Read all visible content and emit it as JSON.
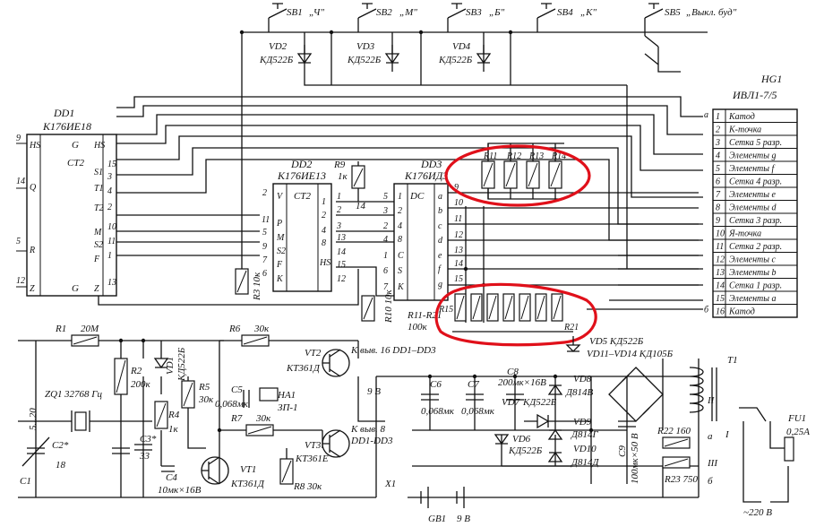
{
  "dd1": {
    "ref": "DD1",
    "type": "К176ИЕ18",
    "core": "CT2",
    "pins_left": [
      "HS",
      "Q",
      "R",
      "Z"
    ],
    "pins_right": [
      "HS",
      "S1",
      "T1",
      "T2",
      "M",
      "S2",
      "F",
      "Z"
    ],
    "pin_top": "G",
    "pin_bottom": "G",
    "pin_nums_left": [
      "9",
      "14",
      "5",
      "12"
    ],
    "pin_nums_right": [
      "15",
      "3",
      "4",
      "2",
      "10",
      "11",
      "1",
      "13"
    ]
  },
  "dd2": {
    "ref": "DD2",
    "type": "К176ИЕ13",
    "core": "CT2",
    "pins_left": [
      "V",
      "P",
      "M",
      "S2",
      "F",
      "K"
    ],
    "pins_right": [
      "1",
      "2",
      "4",
      "8",
      "HS"
    ],
    "pin_nums_left": [
      "2",
      "11",
      "5",
      "9",
      "7",
      "6"
    ],
    "pin_nums_right": [
      "1",
      "2",
      "3",
      "13",
      "14",
      "15",
      "12"
    ]
  },
  "dd3": {
    "ref": "DD3",
    "type": "К176ИД3",
    "core": "DC",
    "pins_left": [
      "1",
      "2",
      "4",
      "8",
      "C",
      "S",
      "K"
    ],
    "pins_right": [
      "a",
      "b",
      "c",
      "d",
      "e",
      "f",
      "g"
    ],
    "pin_nums_left": [
      "5",
      "3",
      "2",
      "4",
      "1",
      "6",
      "7"
    ],
    "pin_nums_right": [
      "9",
      "10",
      "11",
      "12",
      "13",
      "14",
      "15"
    ]
  },
  "hg1": {
    "ref": "HG1",
    "type": "ИВЛ1-7/5",
    "rows": [
      {
        "pin": "1",
        "name": "Катод",
        "tag": "а"
      },
      {
        "pin": "2",
        "name": "К-точка",
        "tag": ""
      },
      {
        "pin": "3",
        "name": "Сетка 5 разр.",
        "tag": ""
      },
      {
        "pin": "4",
        "name": "Элементы g",
        "tag": ""
      },
      {
        "pin": "5",
        "name": "Элементы f",
        "tag": ""
      },
      {
        "pin": "6",
        "name": "Сетка 4 разр.",
        "tag": ""
      },
      {
        "pin": "7",
        "name": "Элементы e",
        "tag": ""
      },
      {
        "pin": "8",
        "name": "Элементы d",
        "tag": ""
      },
      {
        "pin": "9",
        "name": "Сетка 3 разр.",
        "tag": ""
      },
      {
        "pin": "10",
        "name": "Я-точка",
        "tag": ""
      },
      {
        "pin": "11",
        "name": "Сетка 2 разр.",
        "tag": ""
      },
      {
        "pin": "12",
        "name": "Элементы c",
        "tag": ""
      },
      {
        "pin": "13",
        "name": "Элементы b",
        "tag": ""
      },
      {
        "pin": "14",
        "name": "Сетка 1 разр.",
        "tag": ""
      },
      {
        "pin": "15",
        "name": "Элементы a",
        "tag": ""
      },
      {
        "pin": "16",
        "name": "Катод",
        "tag": "б"
      }
    ]
  },
  "switches": [
    {
      "ref": "SB1",
      "label": "„Ч\""
    },
    {
      "ref": "SB2",
      "label": "„М\""
    },
    {
      "ref": "SB3",
      "label": "„Б\""
    },
    {
      "ref": "SB4",
      "label": "„К\""
    },
    {
      "ref": "SB5",
      "label": "„Выкл. буд\""
    }
  ],
  "diodes": [
    {
      "ref": "VD2",
      "type": "КД522Б"
    },
    {
      "ref": "VD3",
      "type": "КД522Б"
    },
    {
      "ref": "VD4",
      "type": "КД522Б"
    }
  ],
  "res_groups": {
    "top_labels": [
      "R11",
      "R12",
      "R13",
      "R14"
    ],
    "bottom_first": "R15",
    "bottom_last": "R21",
    "bottom_note": "R11-R21",
    "bottom_value": "100к"
  },
  "labels": {
    "r9": "R9",
    "r9v": "1к",
    "pin14": "14",
    "r3": "R3 10к",
    "r10": "R10 10к",
    "r1": "R1",
    "r1v": "20М",
    "r2": "R2",
    "r2v": "200к",
    "vd1": "VD1",
    "vd1t": "КД522Б",
    "r5": "R5",
    "r5v": "30к",
    "r4": "R4",
    "r4v": "1к",
    "r6": "R6",
    "r6v": "30к",
    "c5": "C5",
    "c5v": "0,068мк",
    "ha1": "HA1",
    "ha1t": "ЗП-1",
    "vt2": "VT2",
    "vt2t": "КТ361Д",
    "vt1": "VT1",
    "vt1t": "КТ361Д",
    "vt3": "VT3",
    "vt3t": "КТ361Е",
    "r7": "R7",
    "r7v": "30к",
    "r8": "R8 30к",
    "zq1": "ZQ1",
    "zq1v": "32768 Гц",
    "c1": "C1",
    "c1v": "5...20",
    "c2": "C2*",
    "c2v": "18",
    "c3": "C3*",
    "c3v": "33",
    "c4": "C4",
    "c4v": "10мк×16В",
    "out16": "К выв. 16  DD1–DD3",
    "out8": "К выв. 8",
    "out8b": "DD1-DD3",
    "v9": "9 В",
    "c6": "C6",
    "c6v": "0,068мк",
    "c7": "C7",
    "c7v": "0,068мк",
    "c8": "C8",
    "c8v": "200мк×16В",
    "vd7": "VD7",
    "vd7t": "КД522Б",
    "vd8": "VD8",
    "vd8t": "Д814В",
    "vd6": "VD6",
    "vd6t": "КД522Б",
    "vd9": "VD9",
    "vd9t": "Д814Г",
    "vd10": "VD10",
    "vd10t": "Д814Д",
    "c9": "C9",
    "c9v": "100мк×50 В",
    "vd5": "VD5 КД522Б",
    "vd11": "VD11–VD14  КД105Б",
    "t1": "T1",
    "wI": "I",
    "wII": "II",
    "wIII": "III",
    "r22": "R22 160",
    "r23": "R23 750",
    "fu1": "FU1",
    "fu1v": "0,25А",
    "mains": "~220 В",
    "x1": "X1",
    "gb1": "GB1",
    "gb1v": "9 В",
    "ta": "а",
    "tb": "б"
  }
}
